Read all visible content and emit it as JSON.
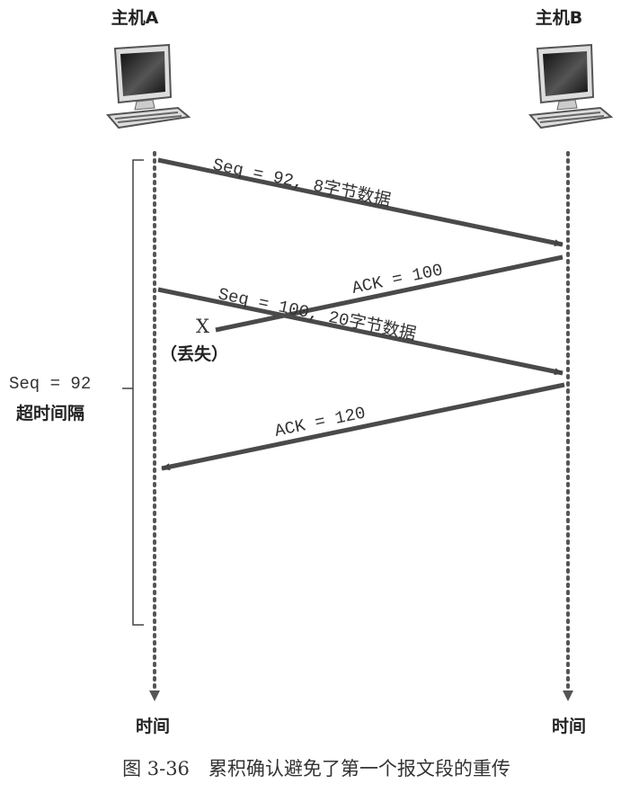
{
  "hosts": {
    "a": "主机A",
    "b": "主机B"
  },
  "time_labels": {
    "a": "时间",
    "b": "时间"
  },
  "messages": {
    "seq92": "Seq = 92, 8字节数据",
    "ack100": "ACK = 100",
    "seq100": "Seq = 100, 20字节数据",
    "ack120": "ACK = 120"
  },
  "loss": {
    "mark": "X",
    "label": "（丢失）"
  },
  "timeout": {
    "seq": "Seq = 92",
    "label": "超时间隔"
  },
  "caption": "图 3-36　累积确认避免了第一个报文段的重传",
  "colors": {
    "arrow": "#4a4a4a",
    "timeline": "#555555"
  }
}
